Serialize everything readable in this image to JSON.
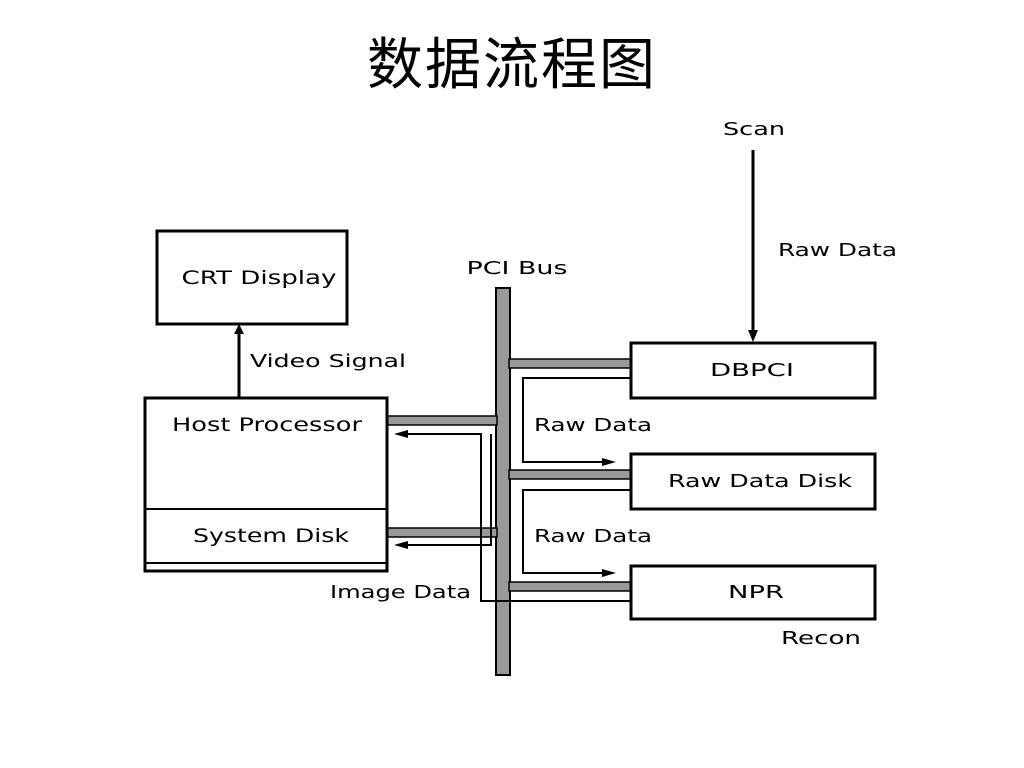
{
  "title": "数据流程图",
  "boxes": {
    "crt_display": "CRT Display",
    "host_processor": "Host Processor",
    "system_disk": "System Disk",
    "dbpci": "DBPCI",
    "raw_data_disk": "Raw Data Disk",
    "npr": "NPR"
  },
  "labels": {
    "scan": "Scan",
    "raw_data_scan": "Raw Data",
    "pci_bus": "PCI Bus",
    "video_signal": "Video Signal",
    "raw_data_1": "Raw Data",
    "raw_data_2": "Raw Data",
    "image_data": "Image Data",
    "recon": "Recon"
  }
}
